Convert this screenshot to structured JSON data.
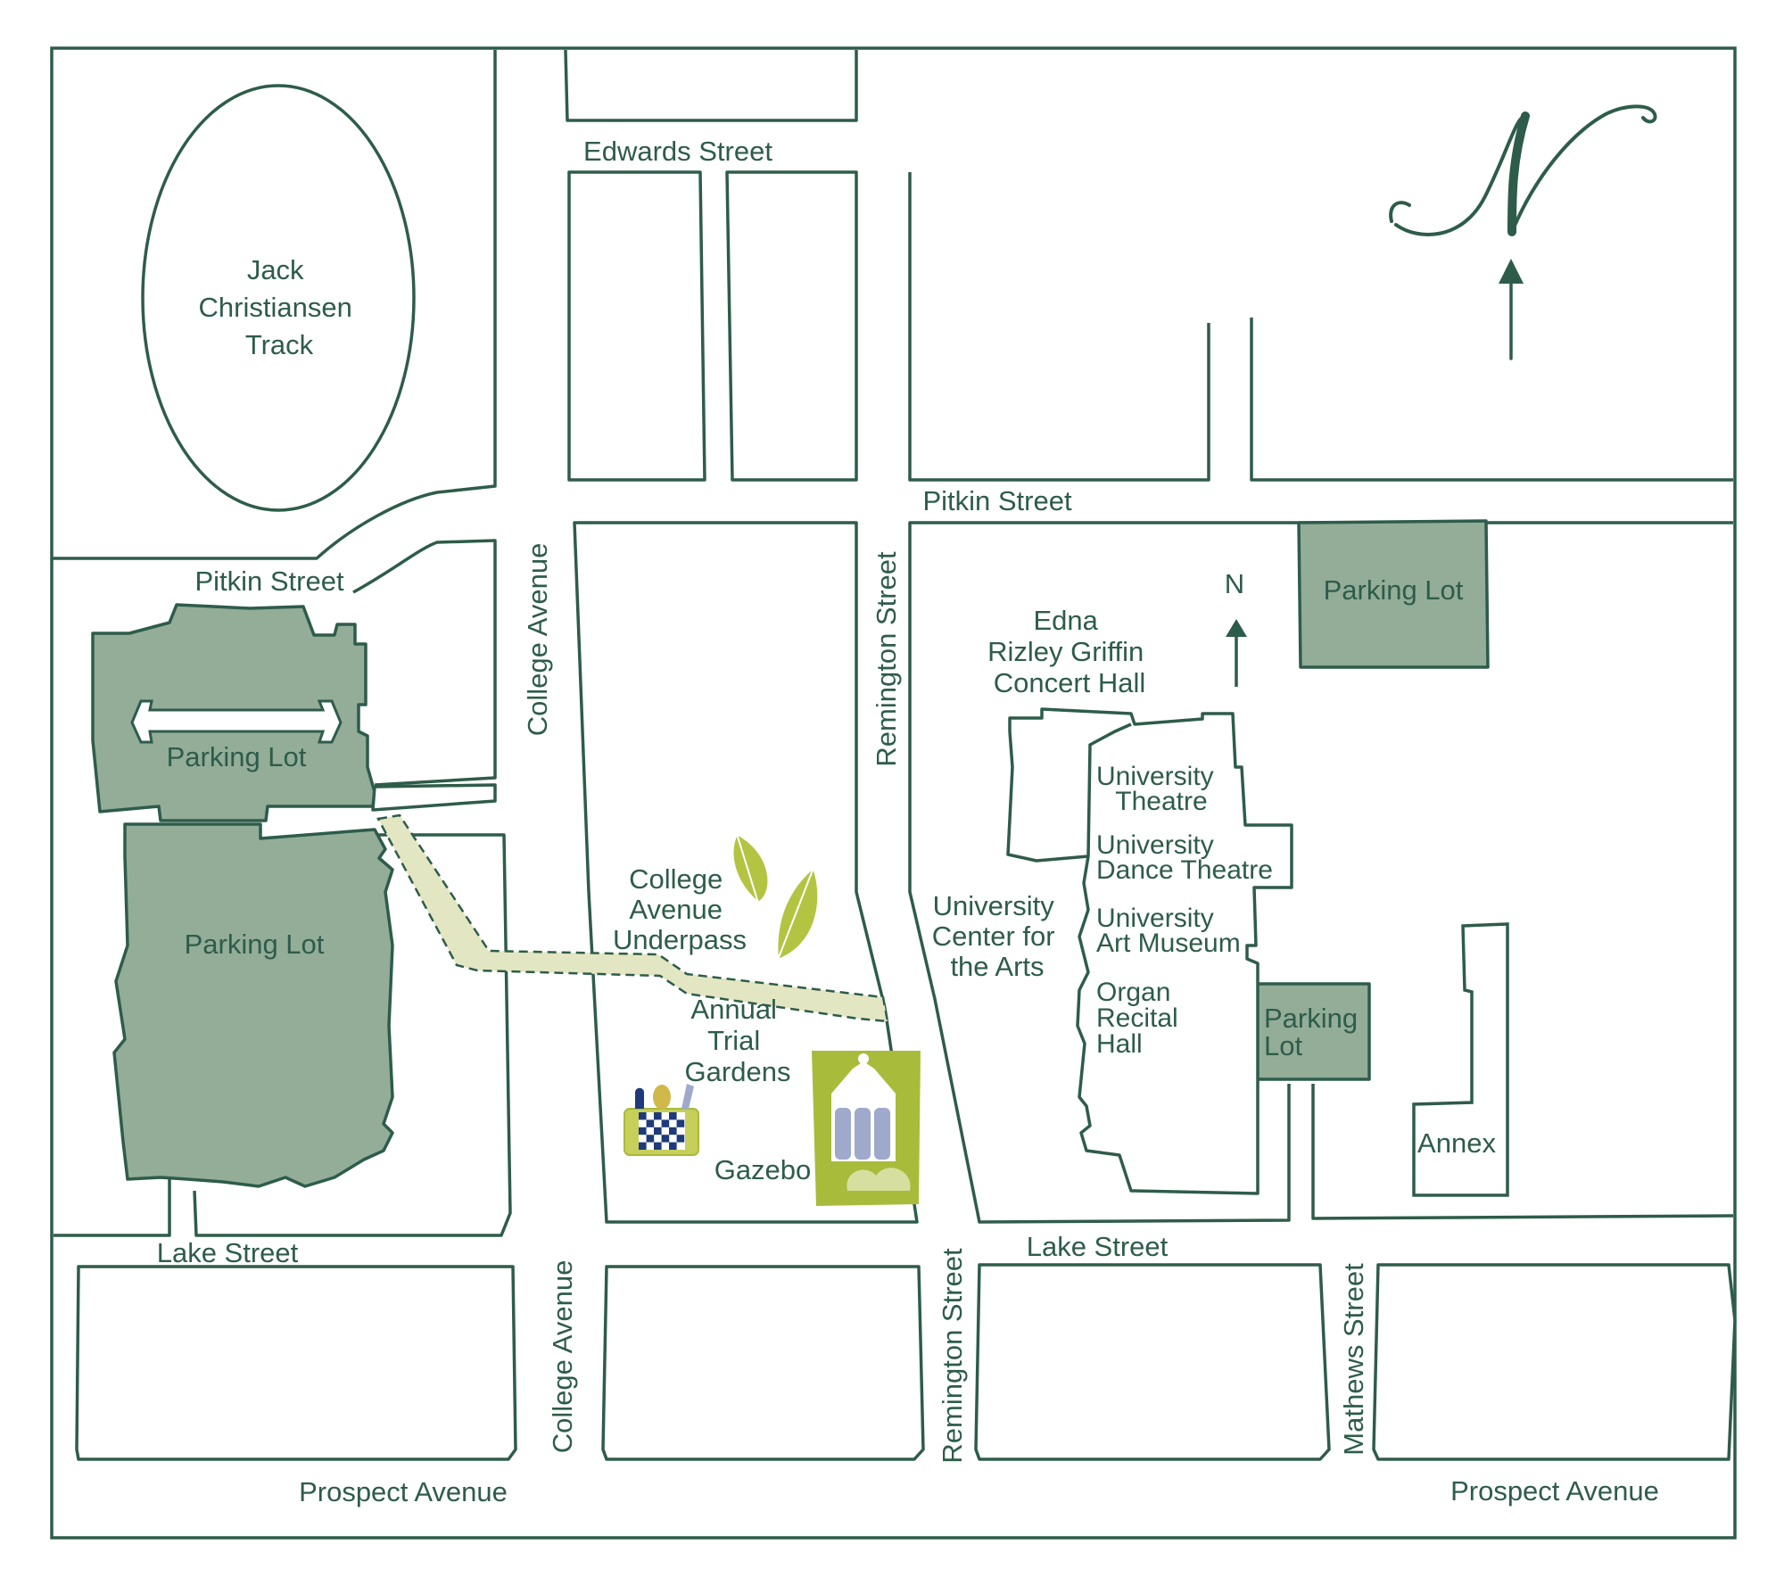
{
  "colors": {
    "ink": "#2e5c4a",
    "lot_fill": "#93ad98",
    "path_fill": "#e3e6c2",
    "leaf": "#b3c443",
    "gazebo_bg": "#a9bb3a",
    "gazebo_window": "#9ea9cc",
    "basket_blue": "#1f3a7a"
  },
  "landmarks": {
    "track": [
      "Jack",
      "Christiansen",
      "Track"
    ],
    "concert_hall": [
      "Edna",
      "Rizley Griffin",
      "Concert Hall"
    ],
    "university_theatre": [
      "University",
      "Theatre"
    ],
    "dance_theatre": [
      "University",
      "Dance Theatre"
    ],
    "art_museum": [
      "University",
      "Art Museum"
    ],
    "organ_hall": [
      "Organ",
      "Recital",
      "Hall"
    ],
    "center_for_arts": [
      "University",
      "Center for",
      "the Arts"
    ],
    "underpass": [
      "College",
      "Avenue",
      "Underpass"
    ],
    "trial_gardens": [
      "Annual",
      "Trial",
      "Gardens"
    ],
    "gazebo": "Gazebo",
    "annex": "Annex"
  },
  "parking": {
    "north_lot": "Parking Lot",
    "west_lot_upper": "Parking Lot",
    "west_lot_lower": "Parking Lot",
    "small_lot": [
      "Parking",
      "Lot"
    ]
  },
  "streets": {
    "edwards": "Edwards Street",
    "pitkin_main": "Pitkin Street",
    "pitkin_west": "Pitkin Street",
    "lake_west": "Lake Street",
    "lake_east": "Lake Street",
    "prospect_west": "Prospect Avenue",
    "prospect_east": "Prospect Avenue",
    "college_north": "College Avenue",
    "college_south": "College Avenue",
    "remington_north": "Remington Street",
    "remington_south": "Remington Street",
    "mathews": "Mathews Street"
  },
  "compass": {
    "small_letter": "N",
    "icon": "north-arrow-icon",
    "script_icon": "script-n-compass-icon"
  }
}
